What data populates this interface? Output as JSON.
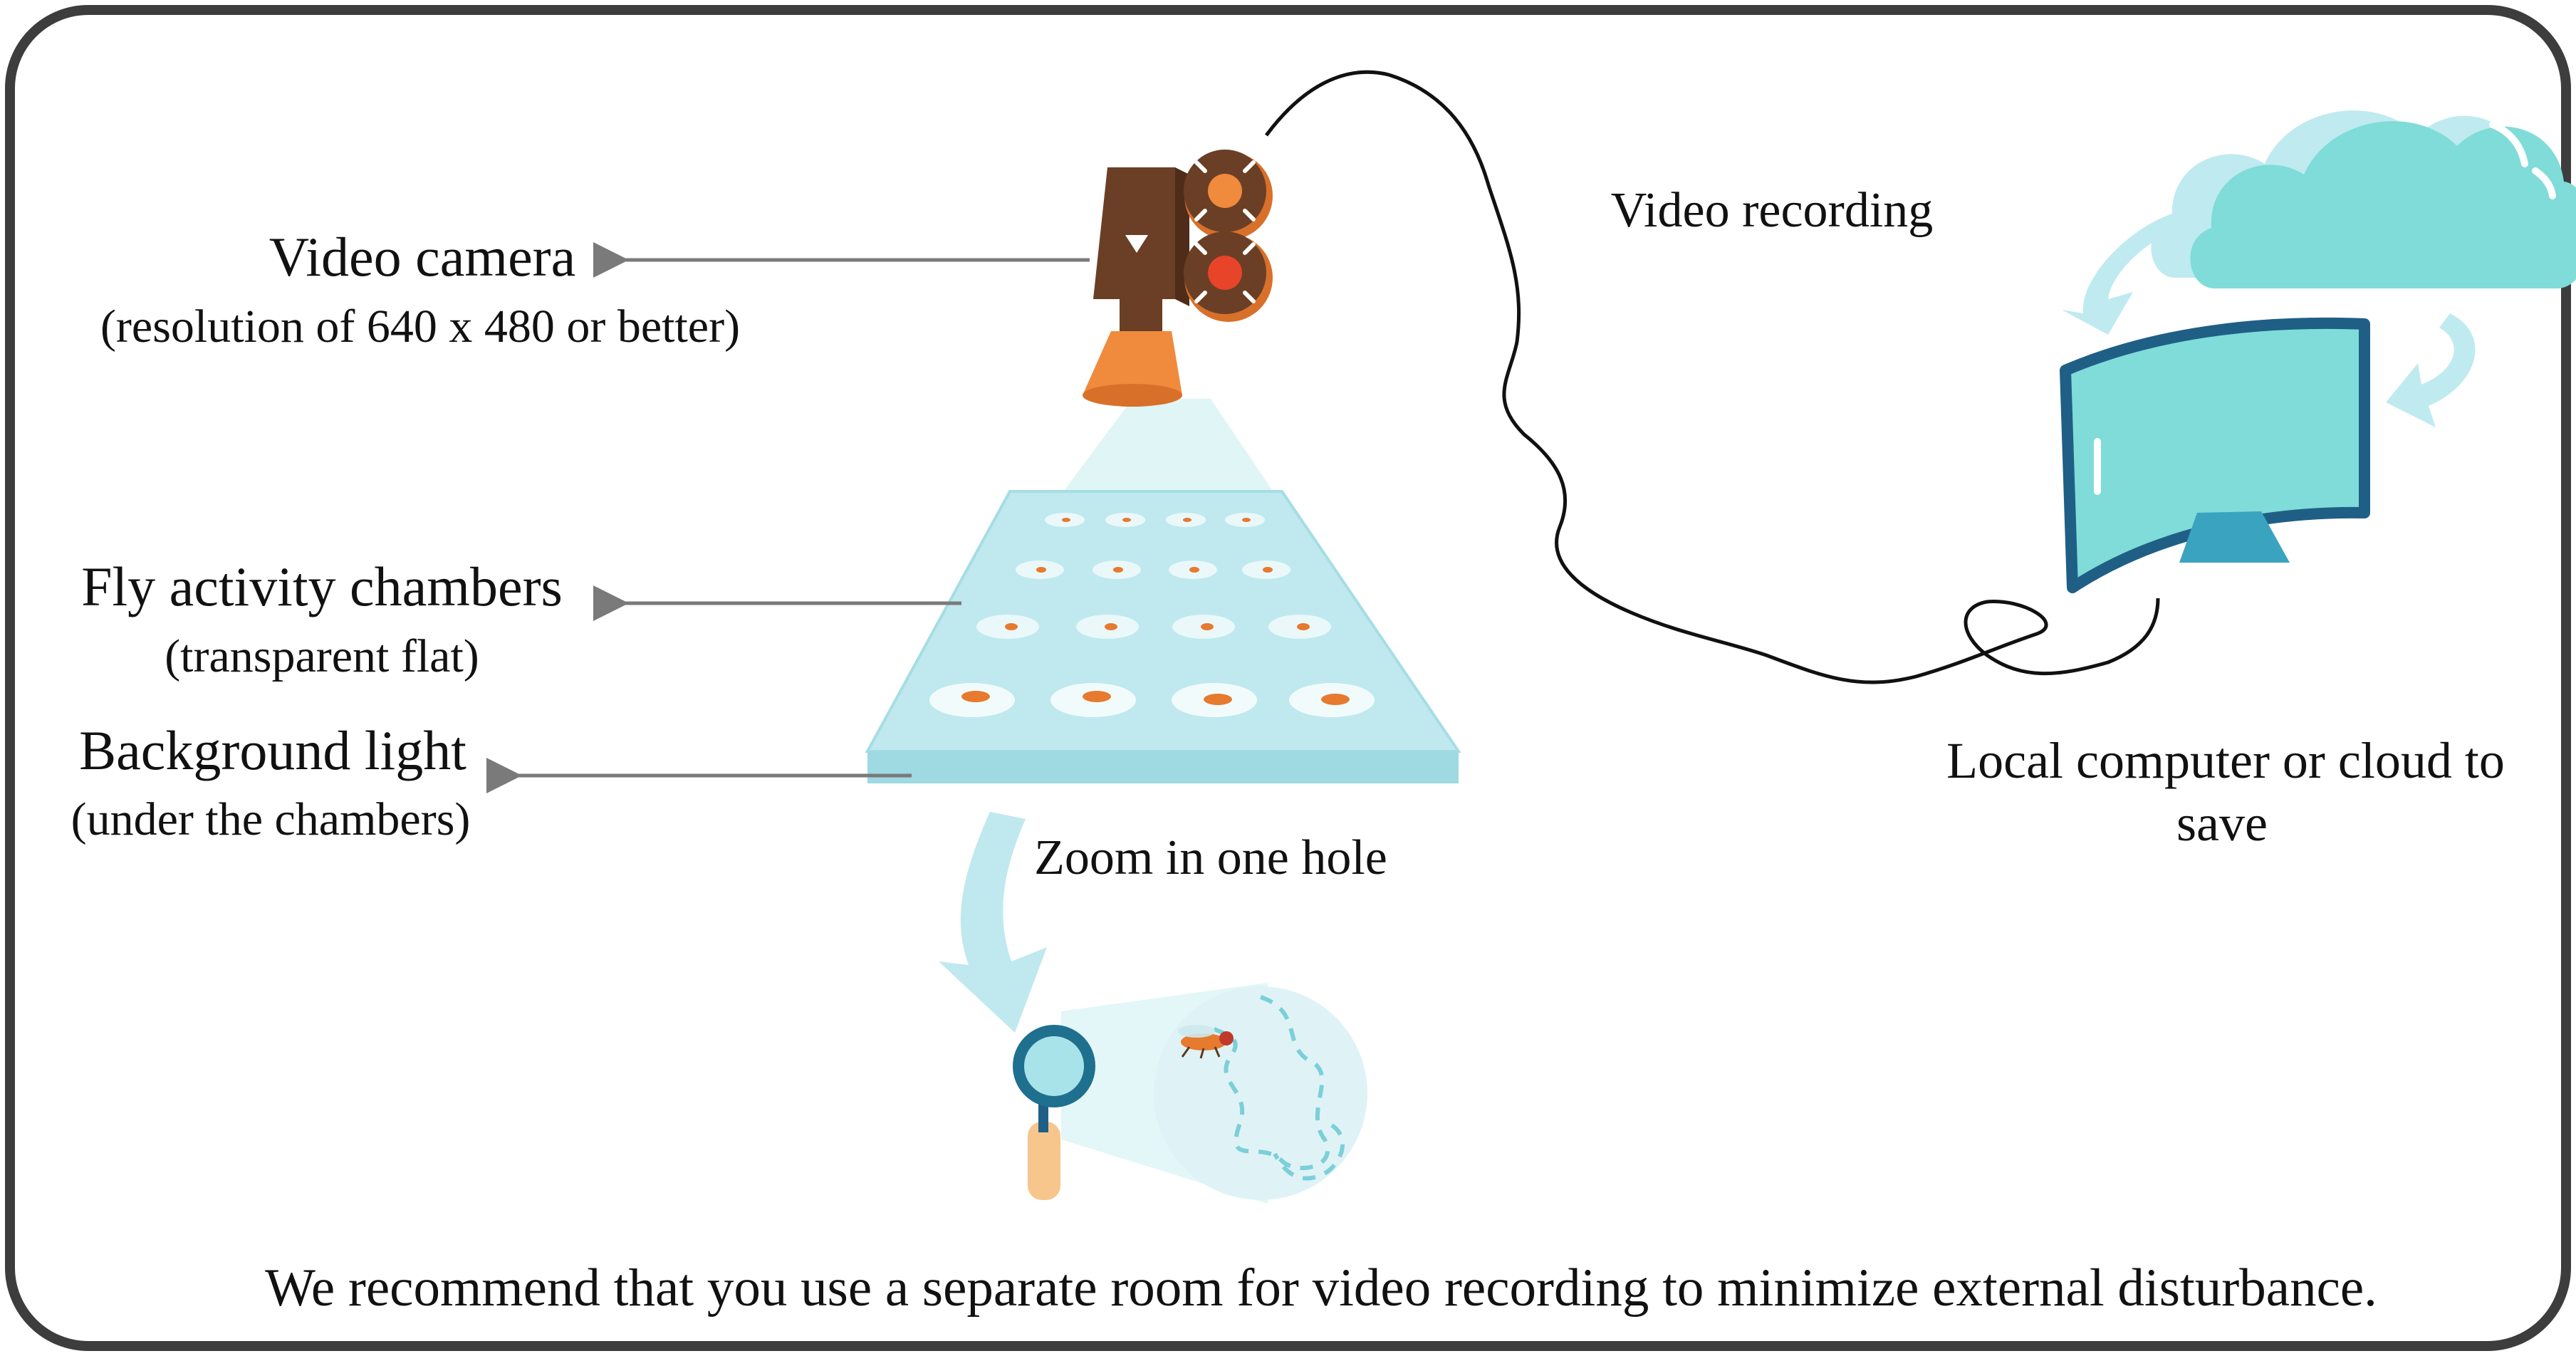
{
  "labels": {
    "camera_title": "Video camera",
    "camera_subtitle": "(resolution of 640 x 480 or better)",
    "chambers_title": "Fly activity chambers",
    "chambers_subtitle": "(transparent flat)",
    "light_title": "Background  light",
    "light_subtitle": "(under the chambers)",
    "zoom": "Zoom in one hole",
    "recording": "Video recording",
    "computer_line1": "Local computer or cloud to",
    "computer_line2": "save",
    "recommendation": "We  recommend  that you use a separate room for video recording to minimize external disturbance."
  },
  "icons": [
    "video-camera-icon",
    "light-cone",
    "activity-chambers-plate",
    "fruit-fly-icon",
    "magnifier-icon",
    "monitor-icon",
    "cloud-icon",
    "sync-arrows-icon"
  ],
  "colors": {
    "frame": "#3d3d3d",
    "arrow": "#7a7a7a",
    "camera_body": "#6b3f25",
    "camera_orange": "#f08a3c",
    "camera_red": "#e8442a",
    "light": "#c9eef1",
    "plate": "#bfe9ee",
    "teal": "#7fdcd8",
    "dark_blue": "#1f5f86",
    "fly": "#e67a2e"
  }
}
